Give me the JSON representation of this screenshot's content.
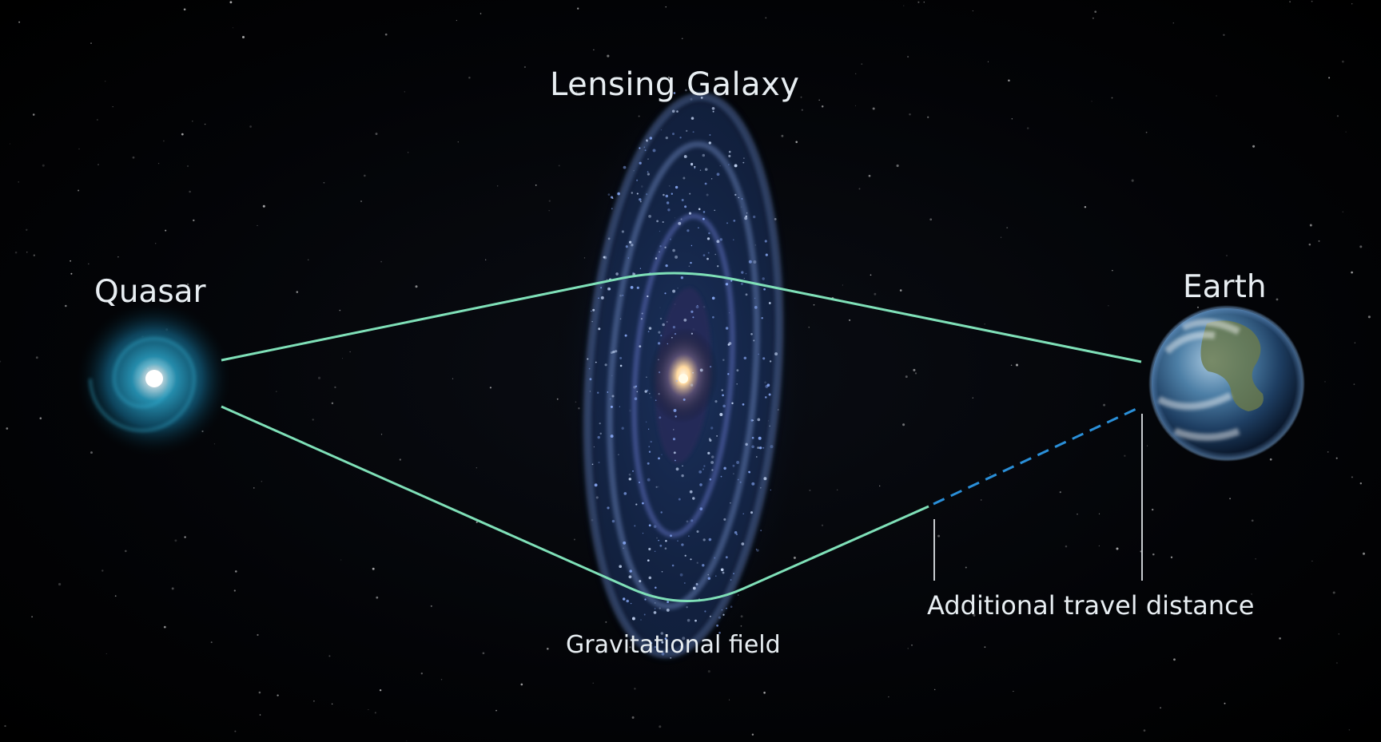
{
  "labels": {
    "galaxy": "Lensing Galaxy",
    "quasar": "Quasar",
    "earth": "Earth",
    "field": "Gravitational field",
    "distance": "Additional travel distance"
  },
  "colors": {
    "background": "#000000",
    "light_path": "#7fe0b8",
    "extra_path": "#2a8fd8",
    "label_text": "#e8eef2",
    "tick": "#c8ccd0"
  },
  "icons": {
    "quasar": "glowing-spiral-quasar",
    "galaxy": "spiral-galaxy-edge-on",
    "earth": "earth-globe"
  }
}
